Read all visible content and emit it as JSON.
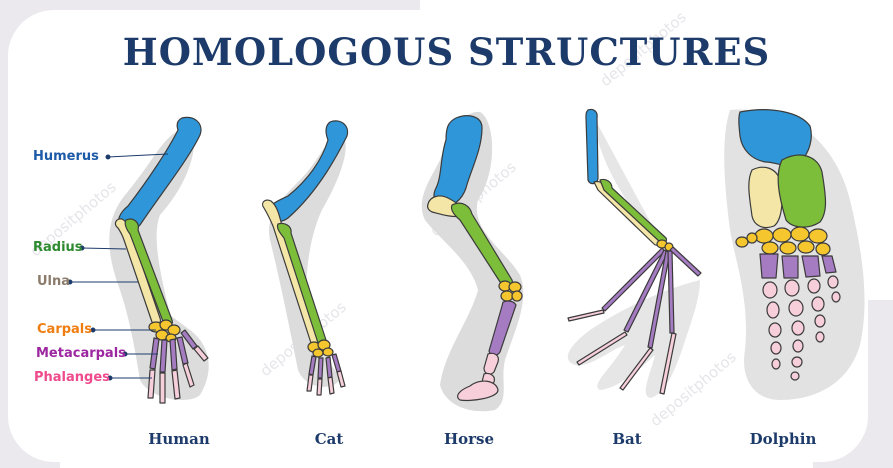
{
  "title": "HOMOLOGOUS STRUCTURES",
  "bone_labels": [
    {
      "key": "humerus",
      "text": "Humerus",
      "color": "#1d5aa8"
    },
    {
      "key": "radius",
      "text": "Radius",
      "color": "#2e8a2f"
    },
    {
      "key": "ulna",
      "text": "Ulna",
      "color": "#8a7b6a"
    },
    {
      "key": "carpals",
      "text": "Carpals",
      "color": "#f07d10"
    },
    {
      "key": "metacarpals",
      "text": "Metacarpals",
      "color": "#9c27a0"
    },
    {
      "key": "phalanges",
      "text": "Phalanges",
      "color": "#ee4a8c"
    }
  ],
  "species": [
    "Human",
    "Cat",
    "Horse",
    "Bat",
    "Dolphin"
  ],
  "watermark": "depositphotos",
  "colors": {
    "title": "#1d3b6a",
    "humerus_bone": "#2f97d9",
    "radius_bone": "#7cbd3a",
    "ulna_bone": "#f4e6a6",
    "carpal_bone": "#f6c62f",
    "metacarpal_bone": "#a57bc2",
    "phalanx_bone": "#f6cfdb",
    "shadow": "#dcdcdc",
    "outline": "#3b3b3b"
  }
}
